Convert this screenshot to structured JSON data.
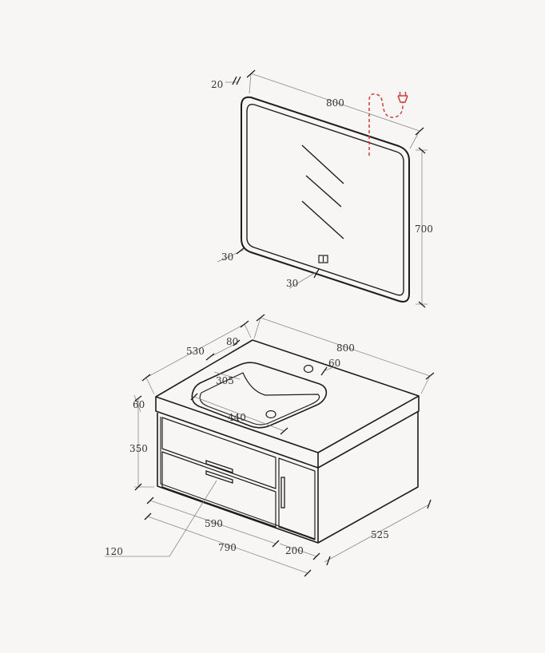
{
  "colors": {
    "background": "#f7f6f4",
    "outline": "#1d1d1d",
    "dimension_line": "#8a8a8a",
    "text": "#333333",
    "power_cord": "#d33a3a"
  },
  "mirror": {
    "thickness": "20",
    "width": "800",
    "height": "700",
    "frame_side": "30",
    "frame_bottom": "30"
  },
  "vanity": {
    "depth": "530",
    "basin_offset": "80",
    "top_width": "800",
    "tap_offset": "60",
    "basin_depth": "305",
    "basin_width": "440",
    "top_thickness": "60",
    "cabinet_height": "350",
    "drawer_width": "590",
    "cabinet_width": "790",
    "door_width": "200",
    "cabinet_depth": "525",
    "handle_length": "120"
  }
}
